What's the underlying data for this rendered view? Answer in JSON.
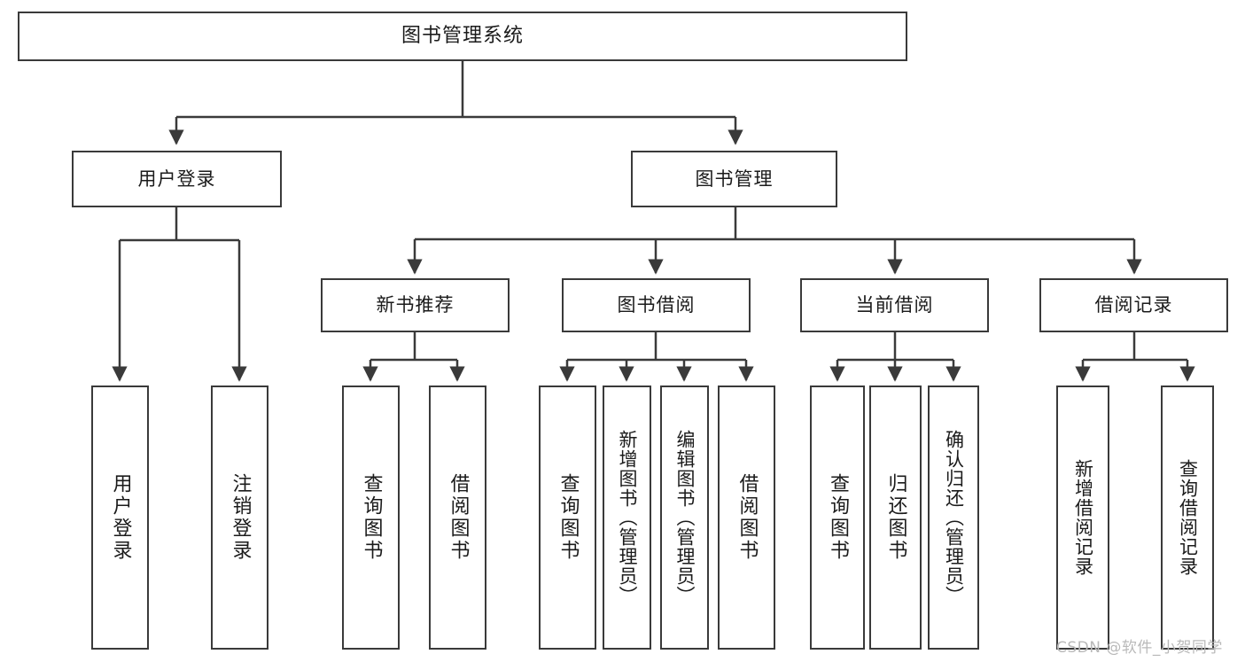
{
  "diagram": {
    "title": "图书管理系统",
    "watermark": "CSDN @软件_小贺同学",
    "stroke_color": "#3a3a3a",
    "text_color": "#1b1b1b",
    "background_color": "#ffffff",
    "watermark_color": "#b9b9b9"
  },
  "nodes": {
    "root": {
      "label": "图书管理系统"
    },
    "level2": [
      {
        "label": "用户登录"
      },
      {
        "label": "图书管理"
      }
    ],
    "level3": [
      {
        "label": "新书推荐"
      },
      {
        "label": "图书借阅"
      },
      {
        "label": "当前借阅"
      },
      {
        "label": "借阅记录"
      }
    ],
    "leaves": {
      "user_login": [
        {
          "label": "用户登录"
        },
        {
          "label": "注销登录"
        }
      ],
      "new_book": [
        {
          "label": "查询图书"
        },
        {
          "label": "借阅图书"
        }
      ],
      "book_borrow": [
        {
          "label": "查询图书"
        },
        {
          "label": "新增图书（管理员）"
        },
        {
          "label": "编辑图书（管理员）"
        },
        {
          "label": "借阅图书"
        }
      ],
      "current_borrow": [
        {
          "label": "查询图书"
        },
        {
          "label": "归还图书"
        },
        {
          "label": "确认归还（管理员）"
        }
      ],
      "borrow_record": [
        {
          "label": "新增借阅记录"
        },
        {
          "label": "查询借阅记录"
        }
      ]
    }
  }
}
